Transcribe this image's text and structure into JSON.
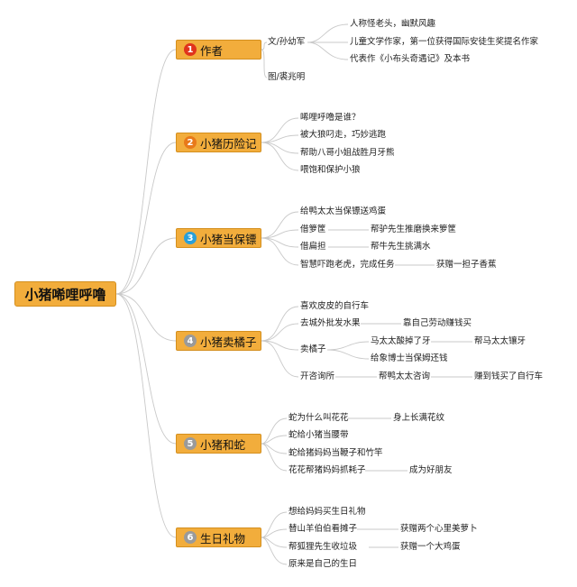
{
  "root": {
    "label": "小猪唏哩呼噜"
  },
  "branches": [
    {
      "num": "1",
      "label": "作者",
      "badge_color": "#e0331c"
    },
    {
      "num": "2",
      "label": "小猪历险记",
      "badge_color": "#e8791a"
    },
    {
      "num": "3",
      "label": "小猪当保镖",
      "badge_color": "#2a9fd8"
    },
    {
      "num": "4",
      "label": "小猪卖橘子",
      "badge_color": "#9a9a9a"
    },
    {
      "num": "5",
      "label": "小猪和蛇",
      "badge_color": "#9a9a9a"
    },
    {
      "num": "6",
      "label": "生日礼物",
      "badge_color": "#9a9a9a"
    }
  ],
  "leaves": {
    "author_wen": "文/孙幼军",
    "author_wen_1": "人称怪老头，幽默风趣",
    "author_wen_2": "儿童文学作家，第一位获得国际安徒生奖提名作家",
    "author_wen_3": "代表作《小布头奇遇记》及本书",
    "author_tu": "图/裘兆明",
    "adv_1": "唏哩呼噜是谁？",
    "adv_2": "被大狼叼走，巧妙逃跑",
    "adv_3": "帮助八哥小姐战胜月牙熊",
    "adv_4": "喂饱和保护小狼",
    "guard_1": "给鸭太太当保镖送鸡蛋",
    "guard_2": "借箩筐",
    "guard_2a": "帮驴先生推磨换来箩筐",
    "guard_3": "借扁担",
    "guard_3a": "帮牛先生挑满水",
    "guard_4": "智慧吓跑老虎，完成任务",
    "guard_4a": "获赠一担子香蕉",
    "orange_1": "喜欢皮皮的自行车",
    "orange_2": "去城外批发水果",
    "orange_2a": "靠自己劳动赚钱买",
    "orange_3": "卖橘子",
    "orange_3a": "马太太酸掉了牙",
    "orange_3a1": "帮马太太镶牙",
    "orange_3b": "给象博士当保姆还钱",
    "orange_4": "开咨询所",
    "orange_4a": "帮鸭太太咨询",
    "orange_4a1": "赚到钱买了自行车",
    "snake_1": "蛇为什么叫花花",
    "snake_1a": "身上长满花纹",
    "snake_2": "蛇给小猪当腰带",
    "snake_3": "蛇给猪妈妈当鞭子和竹竿",
    "snake_4": "花花帮猪妈妈抓耗子",
    "snake_4a": "成为好朋友",
    "bday_1": "想给妈妈买生日礼物",
    "bday_2": "替山羊伯伯看摊子",
    "bday_2a": "获赠两个心里美萝卜",
    "bday_3": "帮狐狸先生收垃圾",
    "bday_3a": "获赠一个大鸡蛋",
    "bday_4": "原来是自己的生日"
  }
}
